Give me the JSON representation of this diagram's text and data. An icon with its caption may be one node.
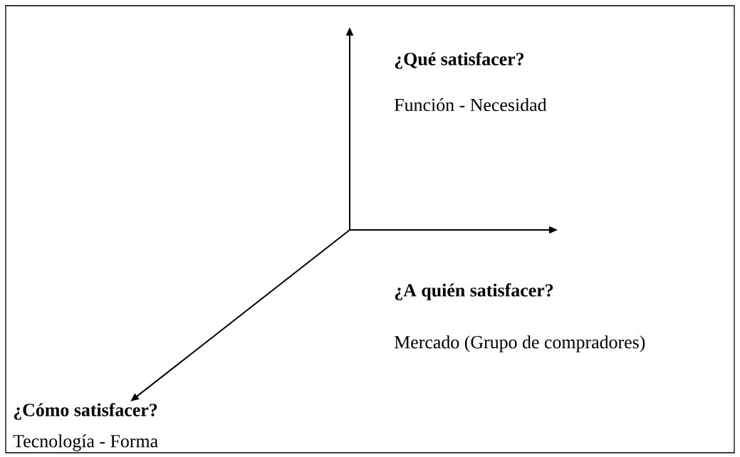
{
  "diagram": {
    "labels": [
      "¿Qué satisfacer?",
      "Función - Necesidad",
      "¿A quién satisfacer?",
      "Mercado (Grupo de compradores)",
      "¿Cómo satisfacer?",
      "Tecnología - Forma"
    ]
  }
}
